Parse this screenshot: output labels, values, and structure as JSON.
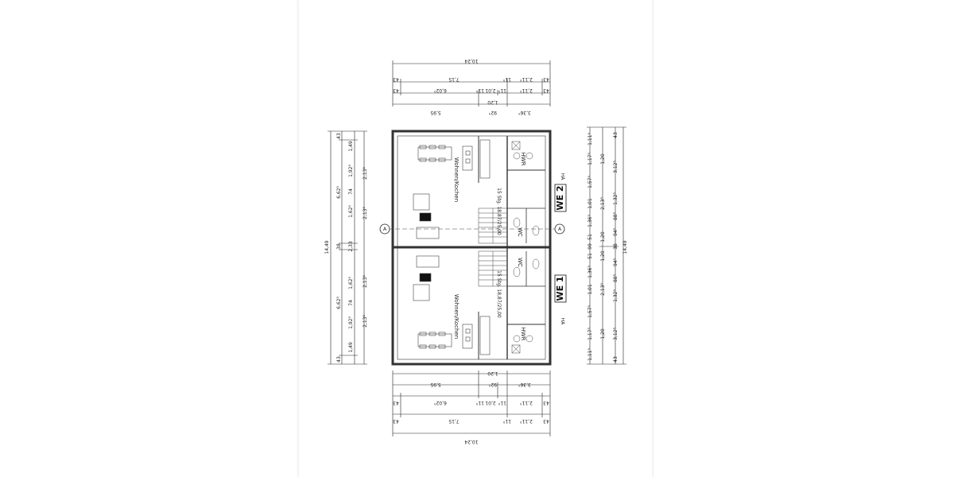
{
  "colors": {
    "ink": "#222222",
    "wall": "#333333",
    "paper": "#ffffff"
  },
  "plan": {
    "units": {
      "we2": "WE 2",
      "we1": "WE 1"
    },
    "rooms": {
      "living": "Wohnen/Kochen",
      "utility": "HWR",
      "wc_upper": "WC",
      "wc_lower": "WC",
      "stairs_upper": "15 Stg. 18,87/25,00",
      "stairs_lower": "15 Stg. 18,87/25,00",
      "ha": "HA"
    },
    "section_marker": "A",
    "dims_top": {
      "total": "10,24",
      "row2": [
        "43",
        "7,15",
        "11⁵",
        "2,11⁵",
        "43"
      ],
      "row3": [
        "43",
        "6,02⁵",
        "11⁵",
        "2,01",
        "11⁵",
        "2,11⁵",
        "43"
      ],
      "row4": [
        "5,95",
        "92⁵",
        "3,36⁵"
      ],
      "row5": [
        "1,20"
      ]
    },
    "dims_bottom": {
      "total": "10,24",
      "row2": [
        "43",
        "7,15",
        "11⁵",
        "2,11⁵",
        "43"
      ],
      "row3": [
        "43",
        "6,02⁵",
        "11⁵",
        "2,01",
        "11⁵",
        "2,11⁵",
        "43"
      ],
      "row4": [
        "5,95",
        "92⁵",
        "3,36⁵"
      ],
      "row5": [
        "1,20"
      ]
    },
    "dims_left": {
      "total": "14,49",
      "row2": [
        "43",
        "6,62⁵",
        "38",
        "6,62⁵",
        "43"
      ],
      "row3": [
        "1,49",
        "1,92⁵",
        "74",
        "1,62⁵",
        "2,33",
        "1,62⁵",
        "74",
        "1,92⁵",
        "1,49"
      ],
      "row4": [
        "2,13⁵",
        "2,13⁵",
        "2,13⁵",
        "2,13⁵"
      ]
    },
    "dims_right": {
      "total": "14,49",
      "row2": [
        "1,11⁵",
        "1,17⁵",
        "1,57⁵",
        "1,01",
        "1,36⁵",
        "51",
        "99",
        "51",
        "1,36⁵",
        "1,01",
        "1,57⁵",
        "1,17⁵",
        "1,11⁵"
      ],
      "row3": [
        "1,20",
        "2,13⁵",
        "1,20",
        "1,20",
        "2,13⁵",
        "1,20"
      ],
      "row4": [
        "43",
        "3,12⁵",
        "1,32⁵",
        "88⁵",
        "94⁵",
        "38",
        "94⁵",
        "88⁵",
        "1,32⁵",
        "3,12⁵",
        "43"
      ]
    }
  }
}
